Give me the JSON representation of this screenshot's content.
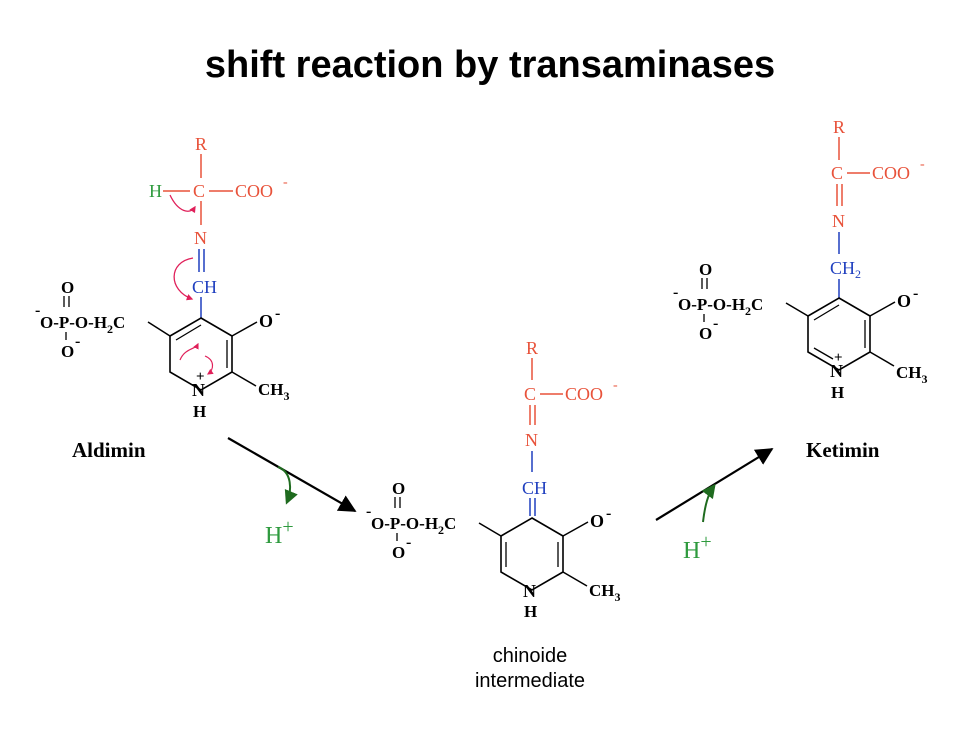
{
  "title": "shift reaction by transaminases",
  "colors": {
    "red": "#e8523a",
    "green": "#2e9a3e",
    "blue": "#1f3fbf",
    "darkgreen": "#1f6b1f",
    "black": "#000000",
    "magenta": "#e0205a"
  },
  "aldimin": {
    "name": "Aldimin",
    "r": "R",
    "h": "H",
    "c": "C",
    "coo": "COO",
    "minus": "-",
    "n": "N",
    "ch": "CH",
    "o_minus": "O",
    "ring_n": "N",
    "ring_h": "H",
    "ch3": "CH",
    "ch3_sub": "3",
    "phosphate_o": "O",
    "phosphate_p": "O-P-O-H",
    "h2c_sub": "2",
    "phosphate_c": "C",
    "phosphate_o2": "O"
  },
  "chinoid": {
    "name_line1": "chinoide",
    "name_line2": "intermediate",
    "r": "R",
    "c": "C",
    "coo": "COO",
    "minus": "-",
    "n": "N",
    "ch": "CH",
    "o_minus": "O",
    "ring_n": "N",
    "ring_h": "H",
    "ch3": "CH",
    "ch3_sub": "3",
    "phosphate_o": "O",
    "phosphate_p": "O-P-O-H",
    "h2c_sub": "2",
    "phosphate_c": "C",
    "phosphate_o2": "O"
  },
  "ketimin": {
    "name": "Ketimin",
    "r": "R",
    "c": "C",
    "coo": "COO",
    "minus": "-",
    "n": "N",
    "ch2": "CH",
    "ch2_sub": "2",
    "o_minus": "O",
    "ring_n": "N",
    "ring_h": "H",
    "ch3": "CH",
    "ch3_sub": "3",
    "phosphate_o": "O",
    "phosphate_p": "O-P-O-H",
    "h2c_sub": "2",
    "phosphate_c": "C",
    "phosphate_o2": "O"
  },
  "proton_left": {
    "h": "H",
    "plus": "+"
  },
  "proton_right": {
    "h": "H",
    "plus": "+"
  },
  "ring_plus": "+"
}
